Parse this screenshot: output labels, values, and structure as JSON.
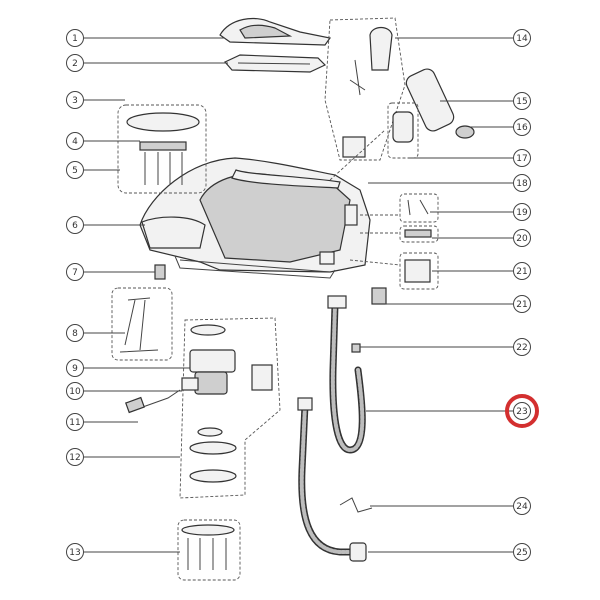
{
  "callouts": {
    "left": [
      "1",
      "2",
      "3",
      "4",
      "5",
      "6",
      "7",
      "8",
      "9",
      "10",
      "11",
      "12",
      "13"
    ],
    "right": [
      "14",
      "15",
      "16",
      "17",
      "18",
      "19",
      "20",
      "21",
      "21",
      "22",
      "23",
      "24",
      "25"
    ]
  },
  "highlight": {
    "label": "23",
    "color": "#d32f2f"
  }
}
